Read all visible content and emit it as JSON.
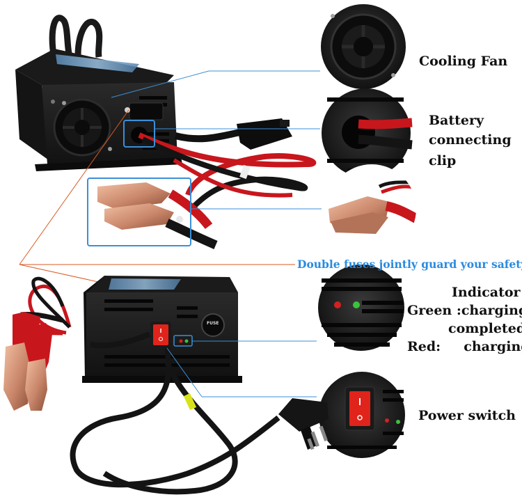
{
  "labels": {
    "cooling_fan": "Cooling Fan",
    "battery_clip_line1": "Battery",
    "battery_clip_line2": "connecting",
    "battery_clip_line3": "clip",
    "fuses_note": "Double fuses jointly guard your safety",
    "indicator_title": "Indicator",
    "indicator_green": "Green :charging",
    "indicator_green_cont": "completed",
    "indicator_red": "Red:     charging",
    "power_switch": "Power switch",
    "fuse_marking": "FUSE"
  },
  "colors": {
    "accent_blue": "#2a8be0",
    "callout_line": "#3a8fd8",
    "leader_orange": "#d85a20",
    "charger_body": "#1c1c1c",
    "cable_red": "#c8161d",
    "switch_red": "#e0241b",
    "led_green": "#3cc23c",
    "led_red": "#d42020",
    "clip_copper": "#c9866a"
  },
  "icons": [
    "cooling-fan",
    "battery-clip",
    "indicator-leds",
    "power-switch",
    "fuse-holder",
    "power-plug"
  ]
}
